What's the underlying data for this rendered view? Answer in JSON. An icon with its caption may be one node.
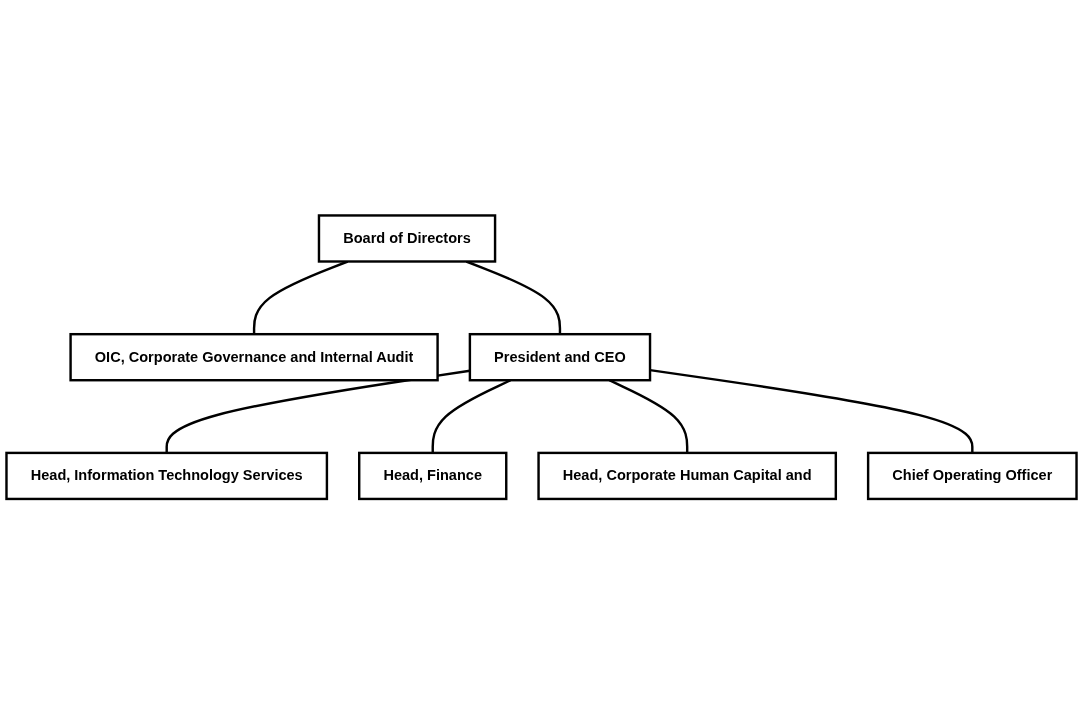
{
  "diagram": {
    "nodes": [
      {
        "text": [
          "Board of Directors"
        ]
      },
      {
        "text": [
          "OIC, Corporate Governance and Internal Audit"
        ]
      },
      {
        "text": [
          "President and CEO"
        ]
      },
      {
        "text": [
          "Chief Operating Officer"
        ]
      },
      {
        "text": [
          "Head, Information Technology Services"
        ]
      },
      {
        "text": [
          "Head, Finance"
        ]
      },
      {
        "text": [
          "Head, Corporate Human Capital and"
        ]
      }
    ],
    "edges": [
      {
        "from": 0,
        "to": 1,
        "arrow": "none"
      },
      {
        "from": 0,
        "to": 2,
        "arrow": "none"
      },
      {
        "from": 2,
        "to": 4,
        "arrow": "none"
      },
      {
        "from": 2,
        "to": 5,
        "arrow": "none"
      },
      {
        "from": 2,
        "to": 6,
        "arrow": "none"
      },
      {
        "from": 2,
        "to": 3,
        "arrow": "none"
      }
    ]
  }
}
